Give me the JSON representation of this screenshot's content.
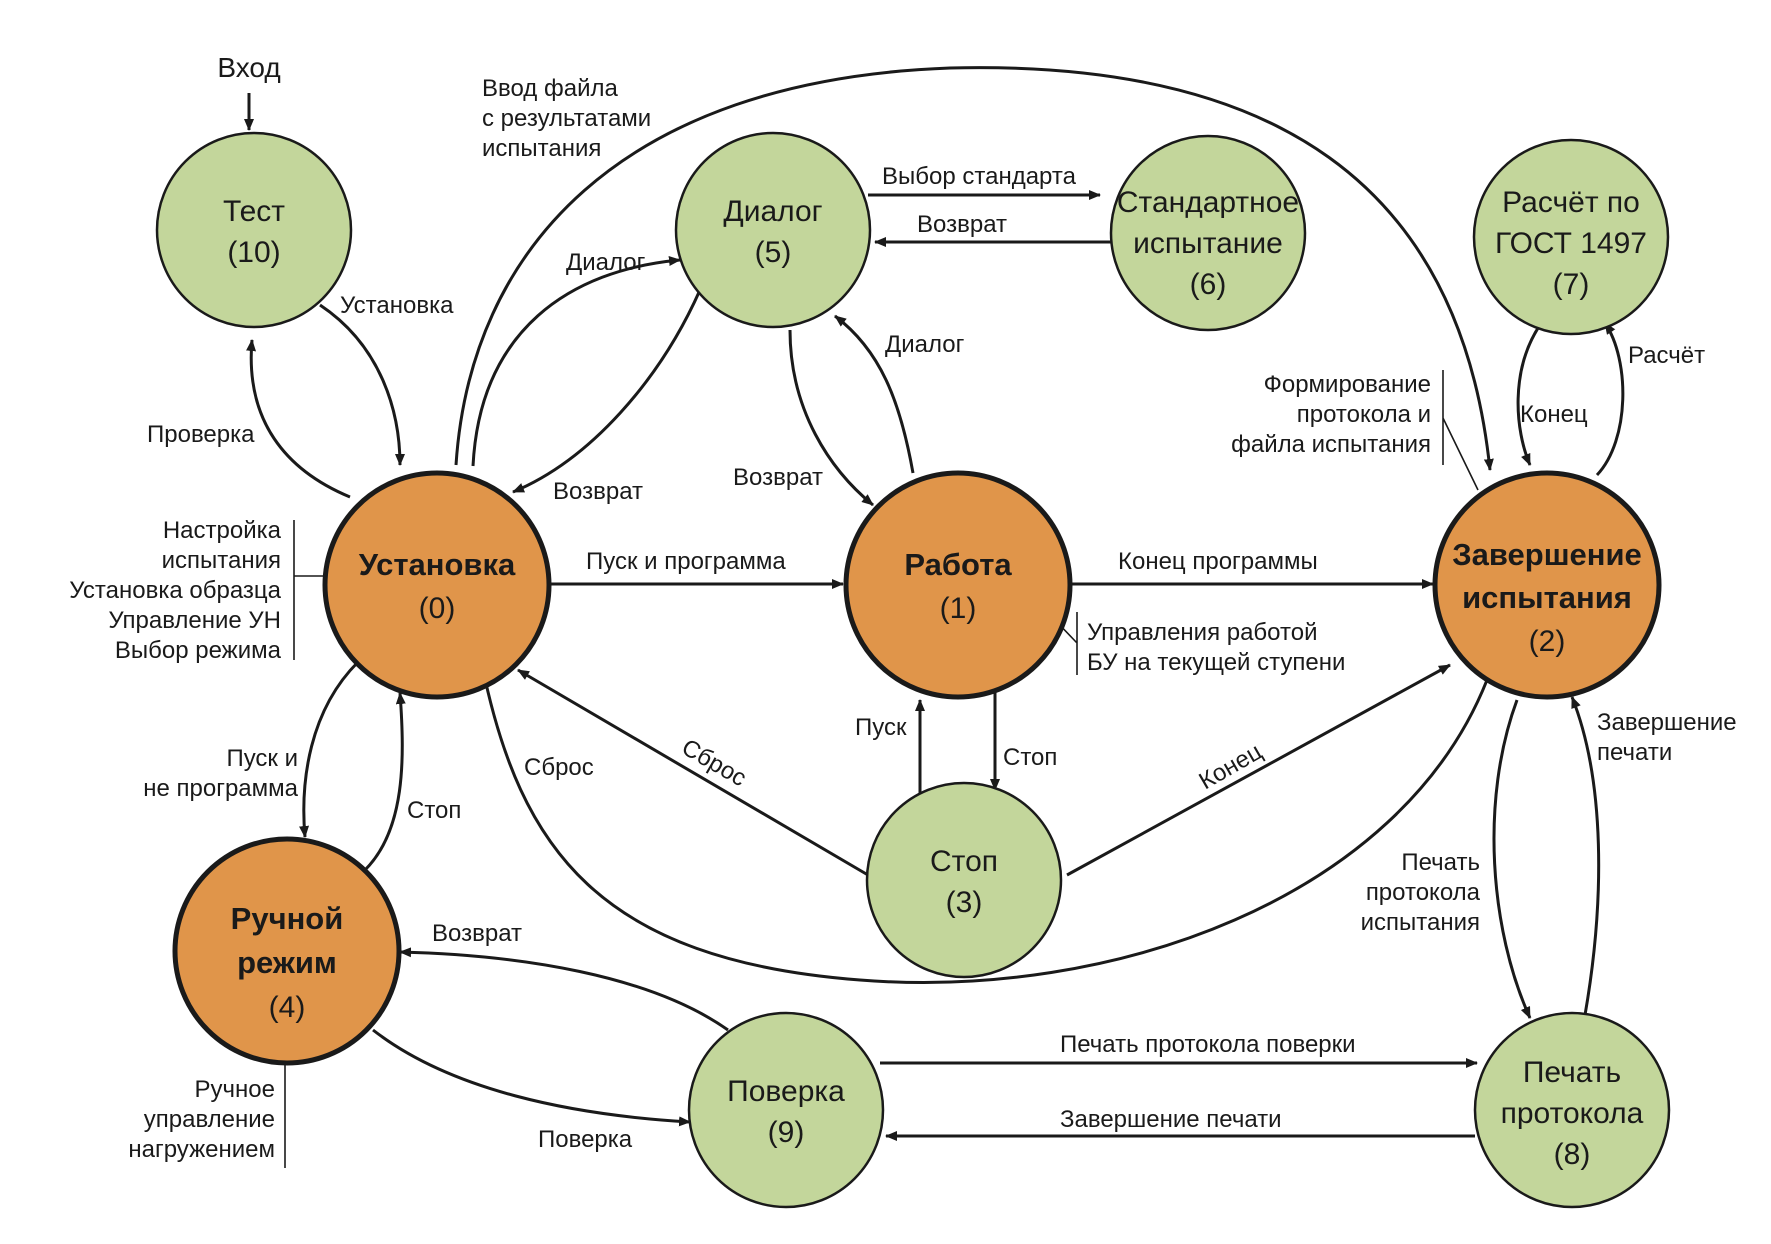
{
  "entry_label": "Вход",
  "nodes": {
    "n0": {
      "line1": "Установка",
      "line2": "(0)"
    },
    "n1": {
      "line1": "Работа",
      "line2": "(1)"
    },
    "n2": {
      "line1": "Завершение",
      "line2": "испытания",
      "line3": "(2)"
    },
    "n3": {
      "line1": "Стоп",
      "line2": "(3)"
    },
    "n4": {
      "line1": "Ручной",
      "line2": "режим",
      "line3": "(4)"
    },
    "n5": {
      "line1": "Диалог",
      "line2": "(5)"
    },
    "n6": {
      "line1": "Стандартное",
      "line2": "испытание",
      "line3": "(6)"
    },
    "n7": {
      "line1": "Расчёт по",
      "line2": "ГОСТ 1497",
      "line3": "(7)"
    },
    "n8": {
      "line1": "Печать",
      "line2": "протокола",
      "line3": "(8)"
    },
    "n9": {
      "line1": "Поверка",
      "line2": "(9)"
    },
    "n10": {
      "line1": "Тест",
      "line2": "(10)"
    }
  },
  "edge_labels": {
    "e_file_1": "Ввод файла",
    "e_file_2": "с результатами",
    "e_file_3": "испытания",
    "e_0_10": "Проверка",
    "e_10_0": "Установка",
    "e_0_5": "Диалог",
    "e_5_0": "Возврат",
    "e_5_6": "Выбор стандарта",
    "e_6_5": "Возврат",
    "e_1_5": "Диалог",
    "e_5_1": "Возврат",
    "e_0_1": "Пуск и программа",
    "e_1_2": "Конец программы",
    "e_2_7": "Расчёт",
    "e_7_2": "Конец",
    "e_3_0_reset": "Сброс",
    "e_3_0_reset_diag": "Сброс",
    "e_3_1": "Пуск",
    "e_1_3": "Стоп",
    "e_3_2": "Конец",
    "e_0_4_1": "Пуск и",
    "e_0_4_2": "не программа",
    "e_4_0": "Стоп",
    "e_2_8_1": "Печать",
    "e_2_8_2": "протокола",
    "e_2_8_3": "испытания",
    "e_8_2_1": "Завершение",
    "e_8_2_2": "печати",
    "e_9_4": "Возврат",
    "e_4_9": "Поверка",
    "e_9_8": "Печать протокола поверки",
    "e_8_9": "Завершение печати"
  },
  "annotations": {
    "n0_notes": [
      "Настройка",
      "испытания",
      "Установка образца",
      "Управление УН",
      "Выбор режима"
    ],
    "n1_notes": [
      "Управления работой",
      "БУ на текущей ступени"
    ],
    "n2_notes": [
      "Формирование",
      "протокола и",
      "файла испытания"
    ],
    "n4_notes": [
      "Ручное",
      "управление",
      "нагружением"
    ]
  },
  "colors": {
    "orange": "#e0954a",
    "green": "#c3d69b",
    "stroke": "#1a1a1a"
  }
}
